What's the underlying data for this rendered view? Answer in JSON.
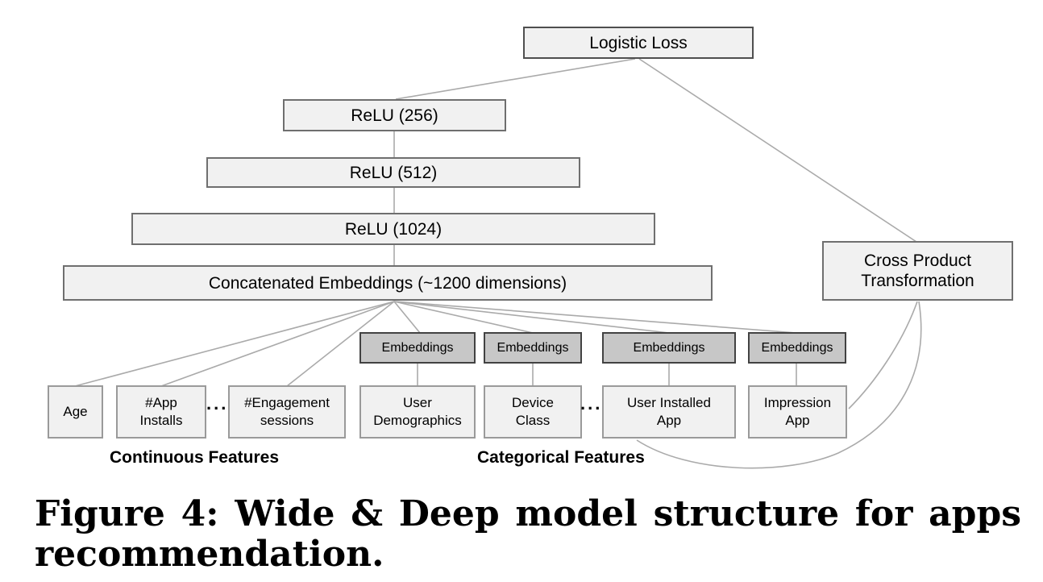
{
  "figure": {
    "nodes": {
      "logistic_loss": "Logistic Loss",
      "relu_256": "ReLU (256)",
      "relu_512": "ReLU (512)",
      "relu_1024": "ReLU (1024)",
      "concatenated_embeddings": "Concatenated Embeddings (~1200 dimensions)",
      "cross_product_transformation": "Cross Product\nTransformation"
    },
    "embeddings": [
      "Embeddings",
      "Embeddings",
      "Embeddings",
      "Embeddings"
    ],
    "features": {
      "age": "Age",
      "app_installs": "#App\nInstalls",
      "engagement_sessions": "#Engagement\nsessions",
      "user_demographics": "User\nDemographics",
      "device_class": "Device\nClass",
      "user_installed_app": "User Installed\nApp",
      "impression_app": "Impression\nApp"
    },
    "ellipsis_continuous": "...",
    "ellipsis_categorical": "...",
    "group_labels": {
      "continuous": "Continuous Features",
      "categorical": "Categorical Features"
    },
    "colors": {
      "light_box_fill": "#f1f1f1",
      "dark_box_fill": "#c7c7c7",
      "edge_gray": "#aaaaaa"
    }
  },
  "caption": {
    "line1": "Figure 4: Wide & Deep model structure for apps",
    "line2": "recommendation."
  }
}
